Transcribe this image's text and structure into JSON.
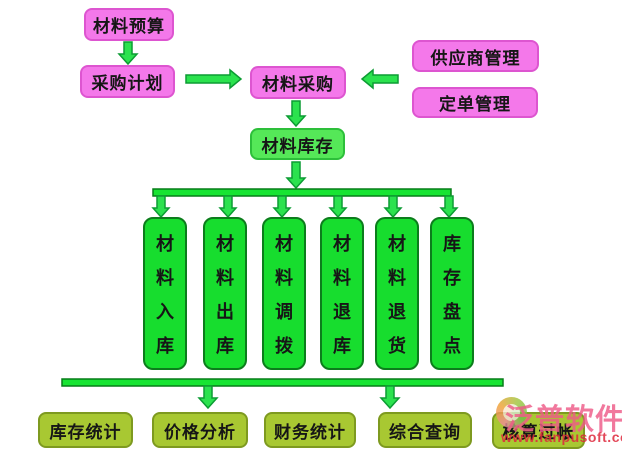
{
  "diagram": {
    "nodes": {
      "material_budget": "材料预算",
      "purchase_plan": "采购计划",
      "material_purchase": "材料采购",
      "supplier_management": "供应商管理",
      "order_management": "定单管理",
      "material_inventory": "材料库存"
    },
    "warehouse_ops": [
      "材料入库",
      "材料出库",
      "材料调拨",
      "材料退库",
      "材料退货",
      "库存盘点"
    ],
    "reports": [
      "库存统计",
      "价格分析",
      "财务统计",
      "综合查询",
      "核算过帐"
    ]
  },
  "watermark": {
    "brand": "泛普软件",
    "url": "www.fanpusoft.com"
  },
  "colors": {
    "pink_box": "#f478ea",
    "inventory_box": "#55e858",
    "ops_box": "#17dd2e",
    "report_box": "#a8c832",
    "arrow": "#2be24e",
    "watermark_red": "#de283c"
  }
}
